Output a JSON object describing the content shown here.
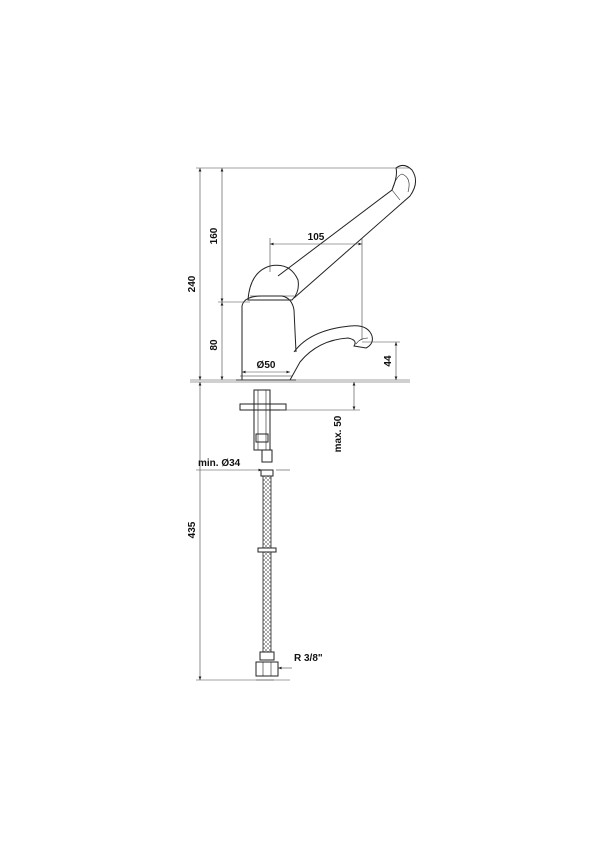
{
  "dimensions": {
    "total_height": "240",
    "lever_height": "160",
    "body_height": "80",
    "lever_reach": "105",
    "base_diameter": "Ø50",
    "spout_height": "44",
    "max_counter_thickness": "max. 50",
    "min_hole": "min. Ø34",
    "hose_length": "435",
    "connection_thread": "R 3/8\""
  },
  "colors": {
    "line": "#222222",
    "text": "#111111",
    "background": "#ffffff"
  }
}
